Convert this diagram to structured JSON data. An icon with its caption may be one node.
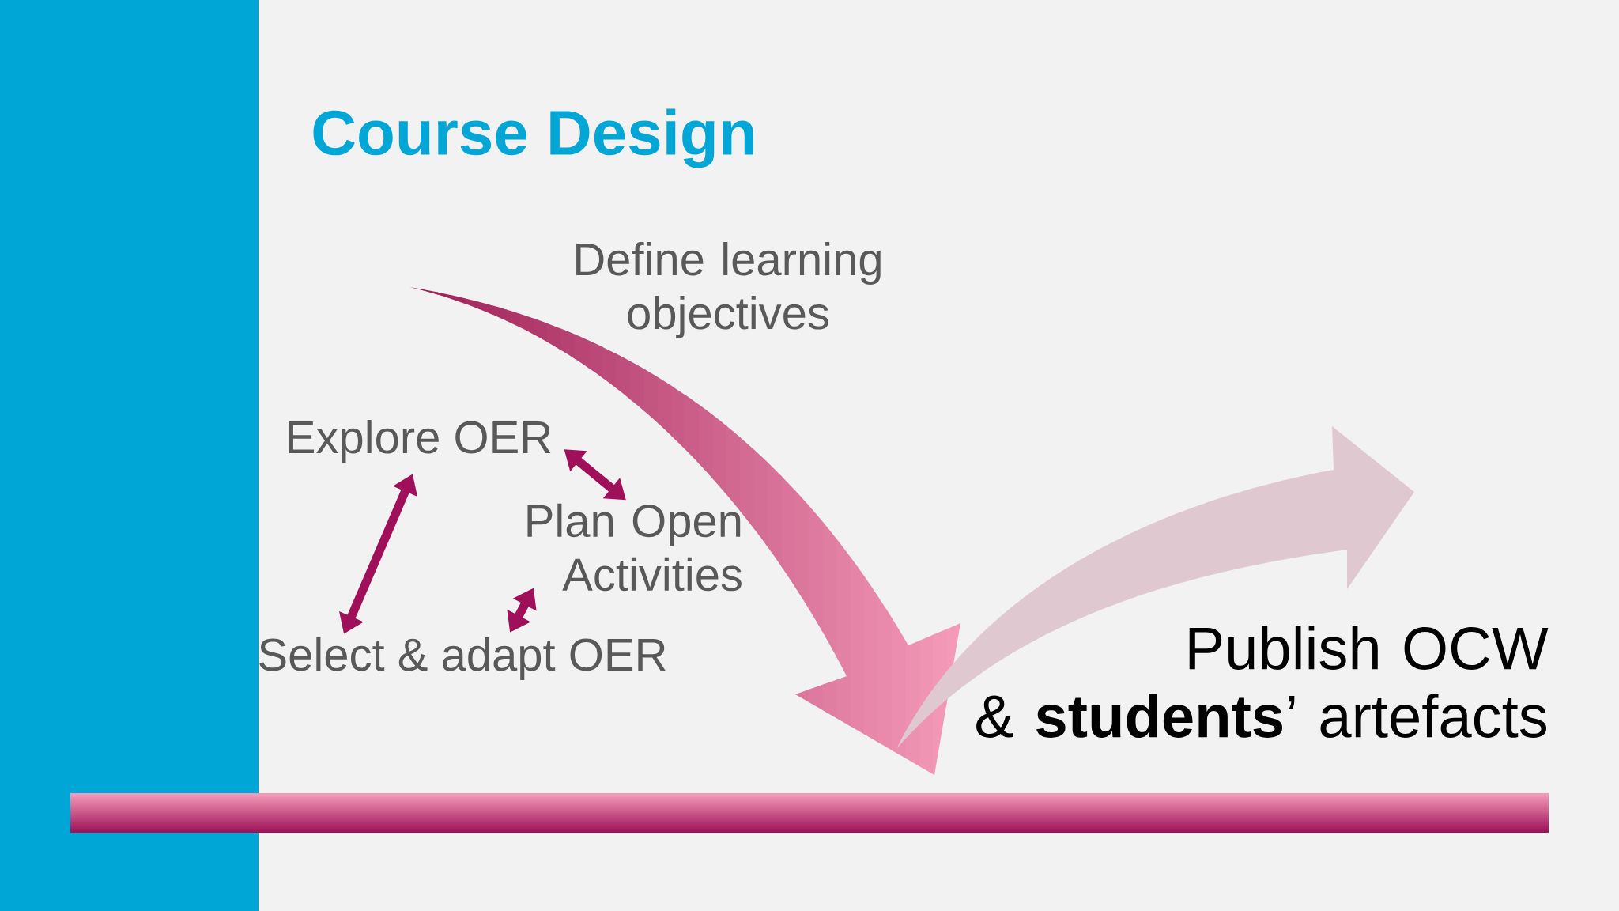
{
  "diagram": {
    "title": "Course Design",
    "nodes": [
      {
        "text": [
          "Define learning objectives"
        ]
      },
      {
        "text": [
          "Explore OER"
        ]
      },
      {
        "text": [
          "Plan Open Activities"
        ]
      },
      {
        "text": [
          "Select & adapt OER"
        ]
      },
      {
        "text": [
          "Publish OCW & **students**’ artefacts"
        ]
      }
    ],
    "edges": [
      {
        "from": 1,
        "to": 3,
        "arrow": "both"
      },
      {
        "from": 1,
        "to": 2,
        "arrow": "both"
      },
      {
        "from": 2,
        "to": 3,
        "arrow": "both"
      }
    ]
  }
}
